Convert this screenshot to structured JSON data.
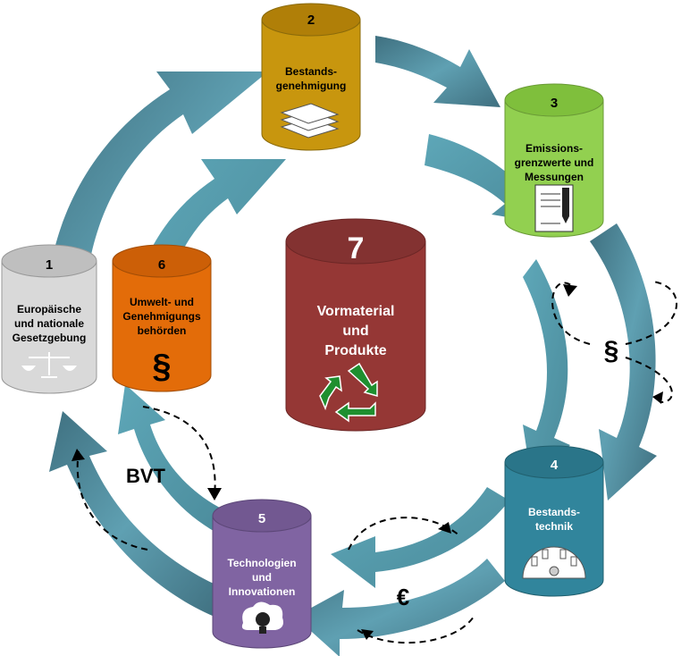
{
  "nodes": [
    {
      "id": "1",
      "number": "1",
      "lines": [
        "Europäische",
        "und nationale",
        "Gesetzgebung"
      ],
      "icon": "scales-icon",
      "color": "#d9d9d9",
      "text_color": "#000000"
    },
    {
      "id": "2",
      "number": "2",
      "lines": [
        "Bestands-",
        "genehmigung"
      ],
      "icon": "documents-icon",
      "color": "#c8960e",
      "text_color": "#000000"
    },
    {
      "id": "3",
      "number": "3",
      "lines": [
        "Emissions-",
        "grenzwerte und",
        "Messungen"
      ],
      "icon": "form-pen-icon",
      "color": "#92d050",
      "text_color": "#000000"
    },
    {
      "id": "4",
      "number": "4",
      "lines": [
        "Bestands-",
        "technik"
      ],
      "icon": "gear-wheel-icon",
      "color": "#31859c",
      "text_color": "#ffffff"
    },
    {
      "id": "5",
      "number": "5",
      "lines": [
        "Technologien",
        "und",
        "Innovationen"
      ],
      "icon": "idea-bulb-icon",
      "color": "#8064a2",
      "text_color": "#ffffff"
    },
    {
      "id": "6",
      "number": "6",
      "lines": [
        "Umwelt- und",
        "Genehmigungs",
        "behörden"
      ],
      "icon": "paragraph-icon",
      "icon_text": "§",
      "color": "#e36c09",
      "text_color": "#000000"
    },
    {
      "id": "7",
      "number": "7",
      "lines": [
        "Vormaterial",
        "und",
        "Produkte"
      ],
      "icon": "recycle-icon",
      "color": "#953735",
      "text_color": "#ffffff"
    }
  ],
  "loop_labels": {
    "paragraph": "§",
    "bvt": "BVT",
    "euro": "€"
  },
  "colors": {
    "ring": "#4f8191",
    "ring_inner": "#5fa3b5",
    "dash": "#000000"
  }
}
